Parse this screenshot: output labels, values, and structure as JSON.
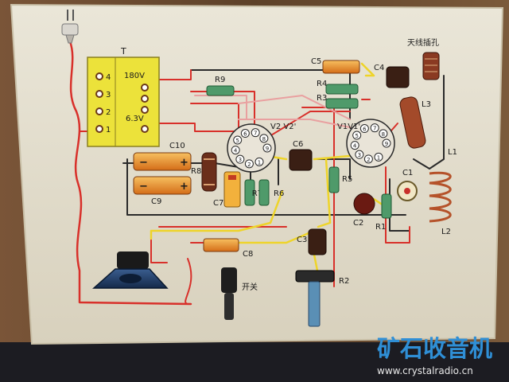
{
  "diagram": {
    "transformer": {
      "label": "T",
      "taps_left": [
        "4",
        "3",
        "2",
        "1"
      ],
      "taps_right": [
        "180V",
        "6.3V"
      ]
    },
    "antenna_label": "天线插孔",
    "switch_label": "开关",
    "tube_labels": {
      "v2": "V2 V2'",
      "v1": "V1V1'"
    },
    "tube_pins_v2": [
      "1",
      "2",
      "3",
      "4",
      "5",
      "6",
      "7",
      "8",
      "9"
    ],
    "tube_pins_v1": [
      "1",
      "2",
      "3",
      "4",
      "5",
      "6",
      "7",
      "8",
      "9"
    ],
    "components": {
      "c10": "C10",
      "c9": "C9",
      "r8": "R8",
      "r9": "R9",
      "c7": "C7",
      "r7": "R7",
      "r6": "R6",
      "c6": "C6",
      "c5": "C5",
      "r4": "R4",
      "r3": "R3",
      "c4": "C4",
      "l3": "L3",
      "l1": "L1",
      "r5": "R5",
      "c1": "C1",
      "c2": "C2",
      "r1": "R1",
      "l2": "L2",
      "c3": "C3",
      "r2": "R2",
      "c8": "C8"
    },
    "polarity": {
      "minus": "−",
      "plus": "+"
    }
  },
  "watermark": {
    "title": "矿石收音机",
    "url": "www.crystalradio.cn"
  },
  "colors": {
    "paper": "#e4dfcf",
    "wire_red": "#d8302a",
    "wire_yellow": "#eed42a",
    "wire_black": "#2a2a2a",
    "wire_pink": "#e9a0a0",
    "transformer": "#ece23a",
    "watermark": "#2f8fd6"
  }
}
